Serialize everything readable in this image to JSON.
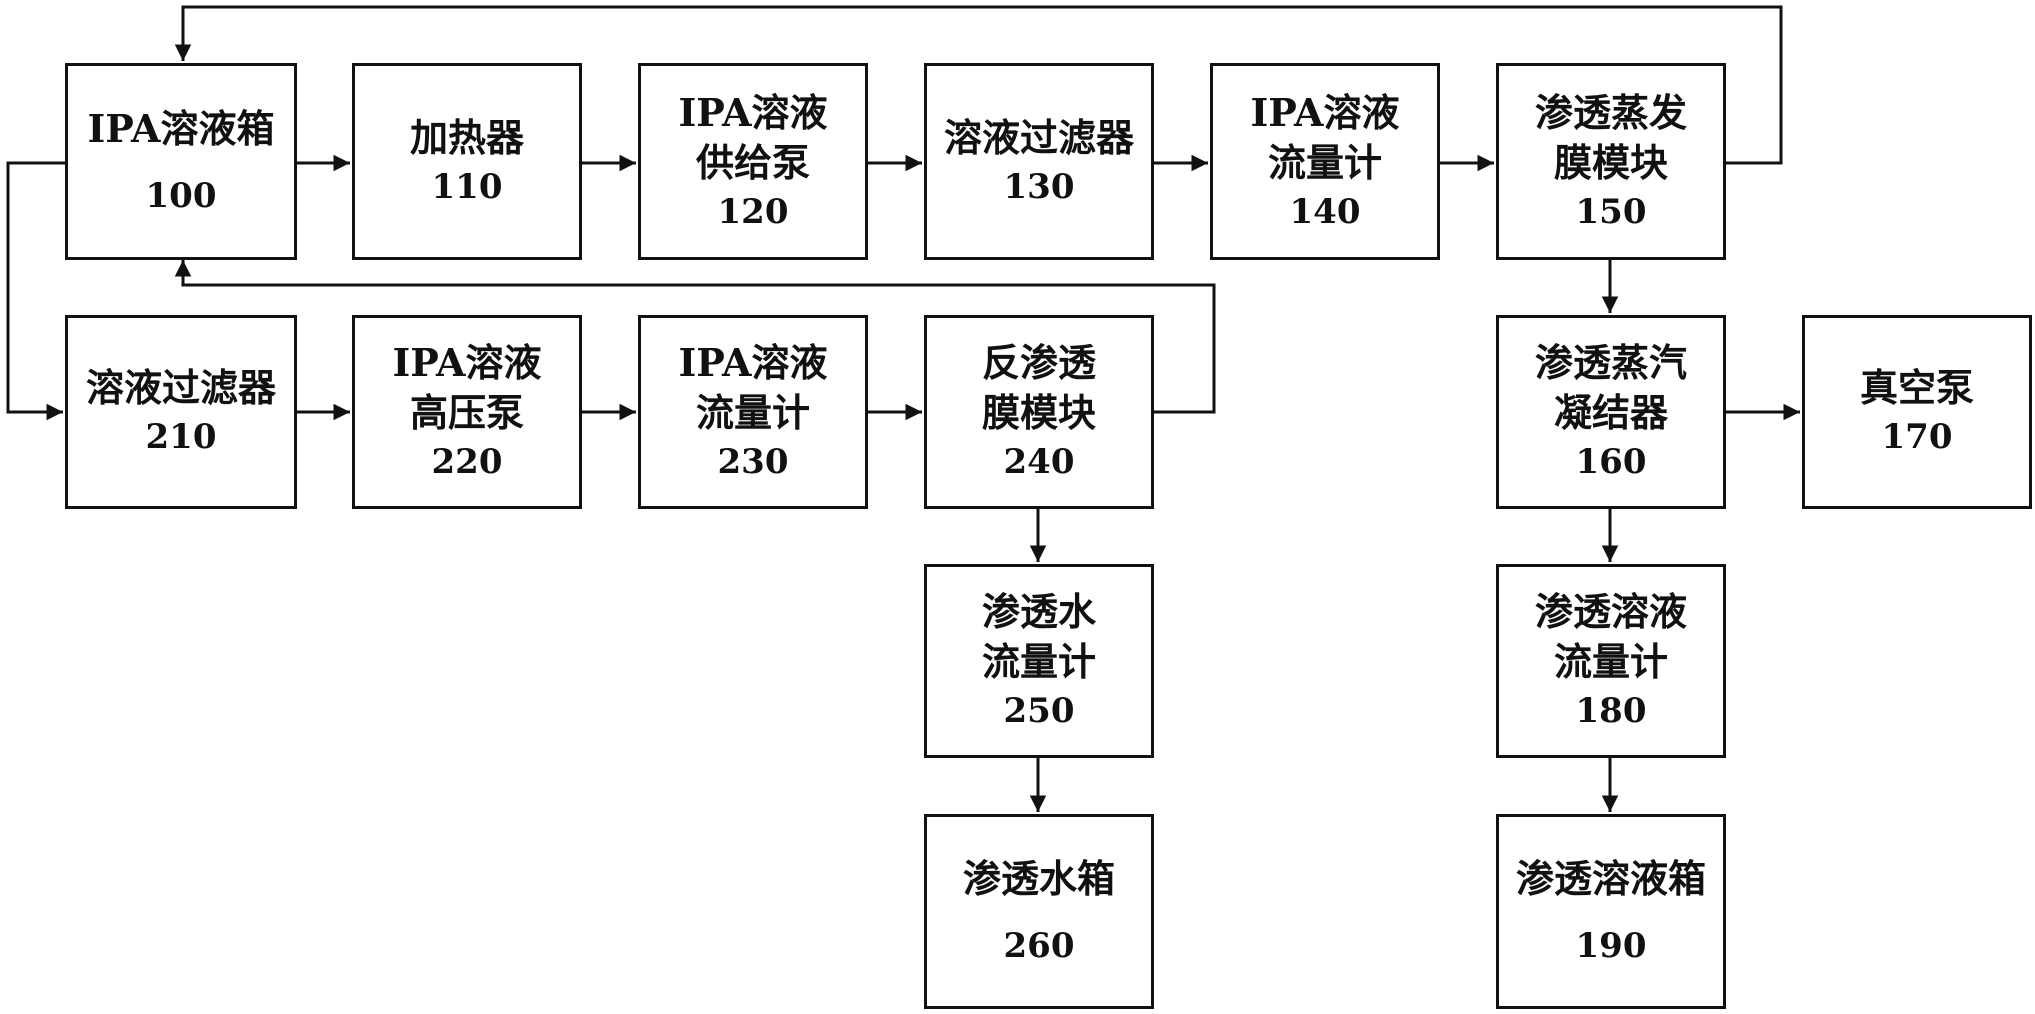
{
  "nodes": {
    "n100": {
      "lines": [
        "IPA溶液箱"
      ],
      "number": "100"
    },
    "n110": {
      "lines": [
        "加热器"
      ],
      "number": "110"
    },
    "n120": {
      "lines": [
        "IPA溶液",
        "供给泵"
      ],
      "number": "120"
    },
    "n130": {
      "lines": [
        "溶液过滤器"
      ],
      "number": "130"
    },
    "n140": {
      "lines": [
        "IPA溶液",
        "流量计"
      ],
      "number": "140"
    },
    "n150": {
      "lines": [
        "渗透蒸发",
        "膜模块"
      ],
      "number": "150"
    },
    "n210": {
      "lines": [
        "溶液过滤器"
      ],
      "number": "210"
    },
    "n220": {
      "lines": [
        "IPA溶液",
        "高压泵"
      ],
      "number": "220"
    },
    "n230": {
      "lines": [
        "IPA溶液",
        "流量计"
      ],
      "number": "230"
    },
    "n240": {
      "lines": [
        "反渗透",
        "膜模块"
      ],
      "number": "240"
    },
    "n160": {
      "lines": [
        "渗透蒸汽",
        "凝结器"
      ],
      "number": "160"
    },
    "n170": {
      "lines": [
        "真空泵"
      ],
      "number": "170"
    },
    "n250": {
      "lines": [
        "渗透水",
        "流量计"
      ],
      "number": "250"
    },
    "n180": {
      "lines": [
        "渗透溶液",
        "流量计"
      ],
      "number": "180"
    },
    "n260": {
      "lines": [
        "渗透水箱"
      ],
      "number": "260"
    },
    "n190": {
      "lines": [
        "渗透溶液箱"
      ],
      "number": "190"
    }
  },
  "connections": [
    {
      "from": "100",
      "to": "110"
    },
    {
      "from": "110",
      "to": "120"
    },
    {
      "from": "120",
      "to": "130"
    },
    {
      "from": "130",
      "to": "140"
    },
    {
      "from": "140",
      "to": "150"
    },
    {
      "from": "150",
      "to": "100"
    },
    {
      "from": "150",
      "to": "160"
    },
    {
      "from": "100",
      "to": "210"
    },
    {
      "from": "210",
      "to": "220"
    },
    {
      "from": "220",
      "to": "230"
    },
    {
      "from": "230",
      "to": "240"
    },
    {
      "from": "240",
      "to": "100"
    },
    {
      "from": "240",
      "to": "250"
    },
    {
      "from": "250",
      "to": "260"
    },
    {
      "from": "160",
      "to": "170"
    },
    {
      "from": "160",
      "to": "180"
    },
    {
      "from": "180",
      "to": "190"
    }
  ]
}
